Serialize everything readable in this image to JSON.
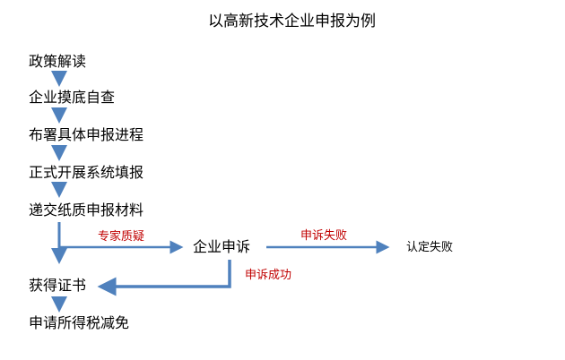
{
  "title": "以高新技术企业申报为例",
  "steps": [
    "政策解读",
    "企业摸底自查",
    "布署具体申报进程",
    "正式开展系统填报",
    "递交纸质申报材料",
    "获得证书",
    "申请所得税减免"
  ],
  "appeal": {
    "node": "企业申诉",
    "expert_label": "专家质疑",
    "fail_label": "申诉失败",
    "success_label": "申诉成功",
    "fail_result": "认定失败"
  },
  "colors": {
    "arrow": "#4f81bd",
    "arrow_stroke": "#385d8a",
    "label_red": "#c00000"
  }
}
